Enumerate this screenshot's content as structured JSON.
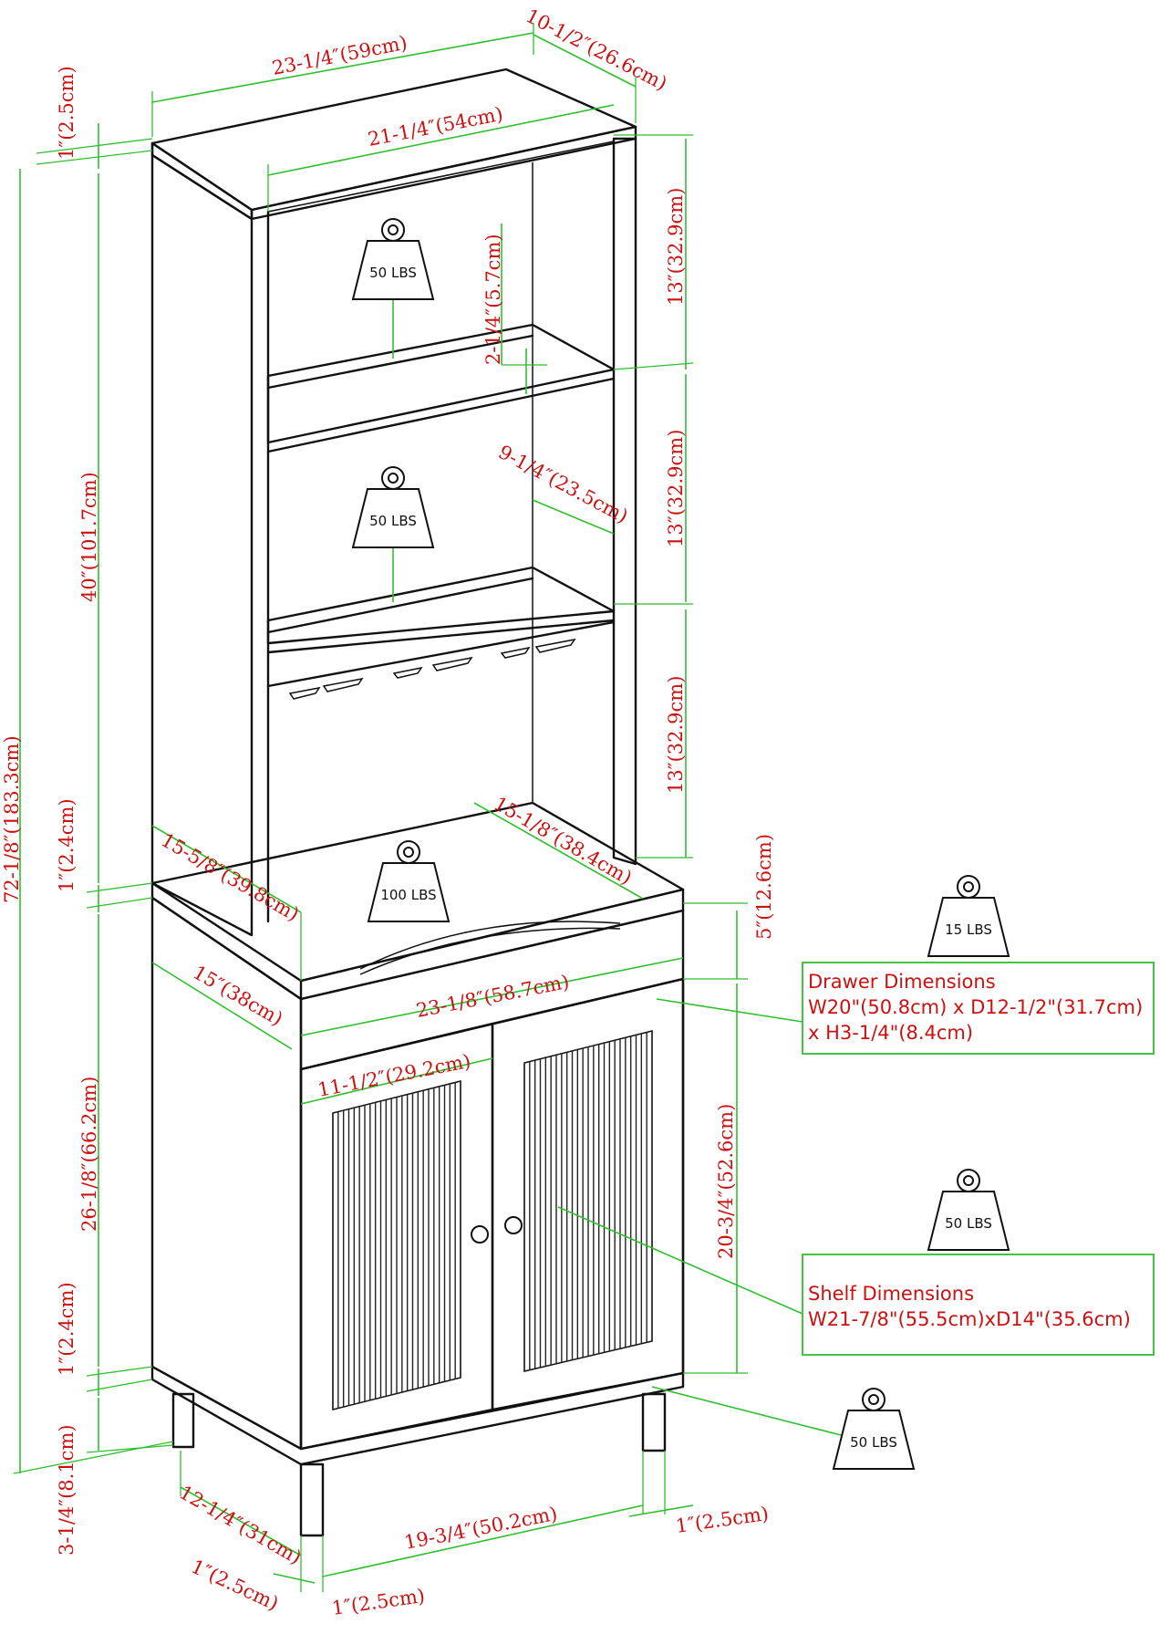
{
  "colors": {
    "dimension_line": "#2fbf2f",
    "dimension_text": "#cc1111",
    "outline": "#111111"
  },
  "dimensions": {
    "top_width": "23-1/4″(59cm)",
    "top_depth": "10-1/2″(26.6cm)",
    "top_thickness": "1″(2.5cm)",
    "inner_width": "21-1/4″(54cm)",
    "total_height": "72-1/8″(183.3cm)",
    "hutch_height": "40″(101.7cm)",
    "gap_small": "2-1/4″(5.7cm)",
    "compartment_1": "13″(32.9cm)",
    "compartment_2": "13″(32.9cm)",
    "compartment_3": "13″(32.9cm)",
    "shelf_depth": "9-1/4″(23.5cm)",
    "hutch_bottom": "1″(2.4cm)",
    "counter_left": "15-5/8″(39.8cm)",
    "counter_right": "15-1/8″(38.4cm)",
    "drawer_height": "5″(12.6cm)",
    "base_depth": "15″(38cm)",
    "base_width": "23-1/8″(58.7cm)",
    "door_width": "11-1/2″(29.2cm)",
    "base_height": "26-1/8″(66.2cm)",
    "door_height": "20-3/4″(52.6cm)",
    "base_bottom": "1″(2.4cm)",
    "leg_height": "3-1/4″(8.1cm)",
    "leg_depth": "12-1/4″(31cm)",
    "leg_span": "19-3/4″(50.2cm)",
    "leg_right": "1″(2.5cm)",
    "leg_front_a": "1″(2.5cm)",
    "leg_front_b": "1″(2.5cm)"
  },
  "weights": {
    "shelf_top": "50 LBS",
    "shelf_middle": "50 LBS",
    "counter": "100 LBS",
    "drawer": "15 LBS",
    "inner_shelf": "50 LBS",
    "bottom": "50 LBS"
  },
  "drawer_box": {
    "title": "Drawer Dimensions",
    "line1": "W20\"(50.8cm) x D12-1/2\"(31.7cm)",
    "line2": "x H3-1/4\"(8.4cm)"
  },
  "shelf_box": {
    "title": "Shelf Dimensions",
    "line1": "W21-7/8\"(55.5cm)xD14\"(35.6cm)"
  }
}
